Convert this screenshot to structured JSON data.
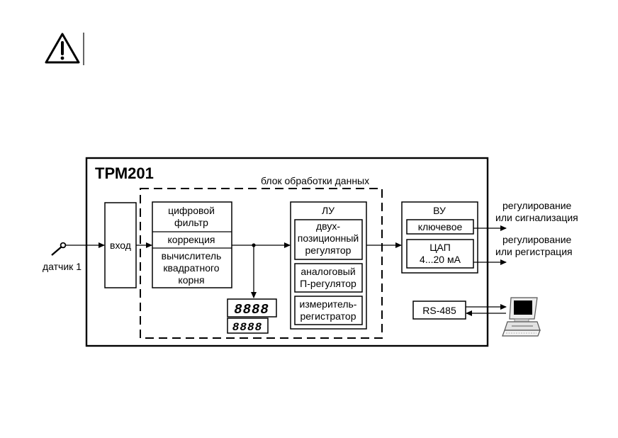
{
  "device_title": "ТРМ201",
  "processing_block_label": "блок обработки данных",
  "sensor_label": "датчик 1",
  "input_label": "вход",
  "filter_block": {
    "digital_filter": [
      "цифровой",
      "фильтр"
    ],
    "correction": "коррекция",
    "sqrt_calculator": [
      "вычислитель",
      "квадратного",
      "корня"
    ]
  },
  "display": {
    "upper": "8888",
    "lower": "8888"
  },
  "lu_block": {
    "title": "ЛУ",
    "two_position_regulator": [
      "двух-",
      "позиционный",
      "регулятор"
    ],
    "analog_p_regulator": [
      "аналоговый",
      "П-регулятор"
    ],
    "meter_recorder": [
      "измеритель-",
      "регистратор"
    ]
  },
  "vu_block": {
    "title": "ВУ",
    "key": "ключевое",
    "dac": [
      "ЦАП",
      "4...20 мА"
    ]
  },
  "outputs": {
    "key_output": [
      "регулирование",
      "или сигнализация"
    ],
    "dac_output": [
      "регулирование",
      "или регистрация"
    ]
  },
  "interface_label": "RS-485",
  "icons": [
    "warning-icon",
    "sensor-icon",
    "computer-icon"
  ]
}
